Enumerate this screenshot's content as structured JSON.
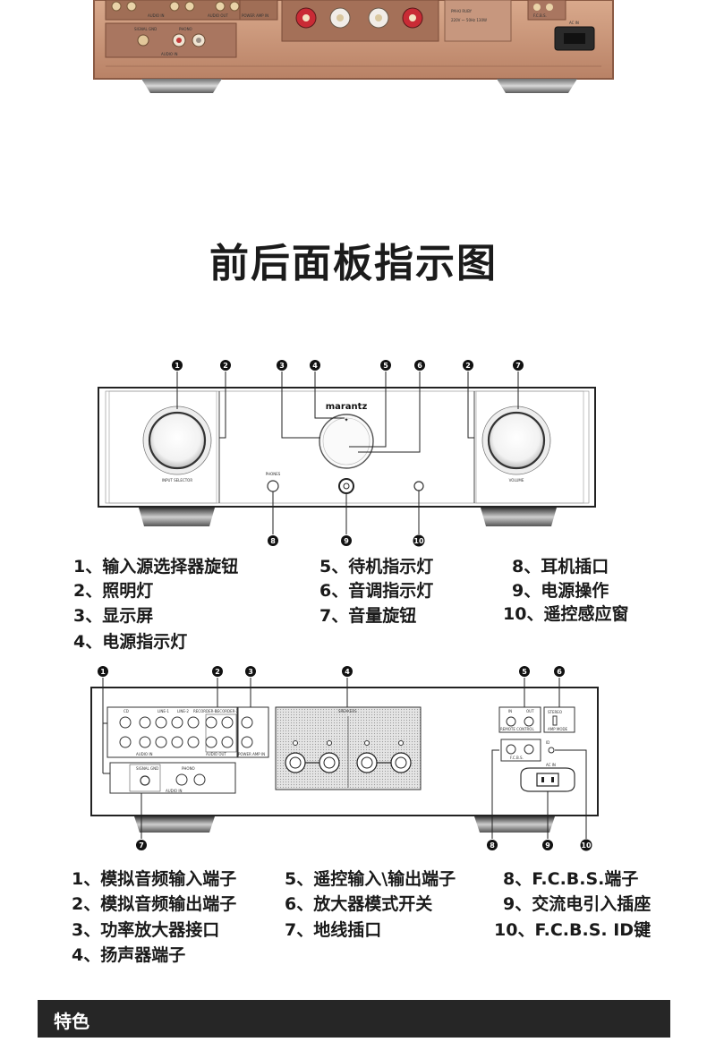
{
  "top_photo": {
    "labels": [
      "AUDIO IN",
      "AUDIO OUT",
      "POWER AMP IN",
      "SIGNAL GND",
      "PHONO",
      "AUDIO IN",
      "F.C.B.S.",
      "AC IN"
    ],
    "model_line": "PM-KI RUBY",
    "power_line": "220V ～ 50Hz 130W"
  },
  "title": "前后面板指示图",
  "front": {
    "callouts": [
      "1",
      "2",
      "3",
      "4",
      "5",
      "6",
      "2",
      "7",
      "8",
      "9",
      "10"
    ],
    "brand": "marantz",
    "knob_left_label": "INPUT SELECTOR",
    "knob_right_label": "VOLUME",
    "phones_label": "PHONES",
    "legend": [
      "1、输入源选择器旋钮",
      "2、照明灯",
      "3、显示屏",
      "4、电源指示灯",
      "5、待机指示灯",
      "6、音调指示灯",
      "7、音量旋钮",
      "8、耳机插口",
      "9、电源操作",
      "10、遥控感应窗"
    ]
  },
  "rear": {
    "callouts": [
      "1",
      "2",
      "3",
      "4",
      "5",
      "6",
      "7",
      "8",
      "9",
      "10"
    ],
    "labels": {
      "audio_in": "AUDIO IN",
      "audio_out": "AUDIO OUT",
      "power_amp_in": "POWER AMP IN",
      "speakers": "SPEAKERS",
      "remote_control": "REMOTE CONTROL",
      "amp_mode": "AMP MODE",
      "fcbs": "F.C.B.S.",
      "ac_in": "AC IN",
      "signal_gnd": "SIGNAL GND",
      "phono": "PHONO",
      "cd": "CD",
      "line1": "LINE-1",
      "line2": "LINE-2",
      "recorder1": "RECORDER-1",
      "recorder2": "RECORDER-2",
      "in": "IN",
      "out": "OUT",
      "stereo": "STEREO",
      "id": "ID"
    },
    "legend": [
      "1、模拟音频输入端子",
      "2、模拟音频输出端子",
      "3、功率放大器接口",
      "4、扬声器端子",
      "5、遥控输入\\输出端子",
      "6、放大器模式开关",
      "7、地线插口",
      "8、F.C.B.S.端子",
      "9、交流电引入插座",
      "10、F.C.B.S. ID键"
    ]
  },
  "features_label": "特色"
}
